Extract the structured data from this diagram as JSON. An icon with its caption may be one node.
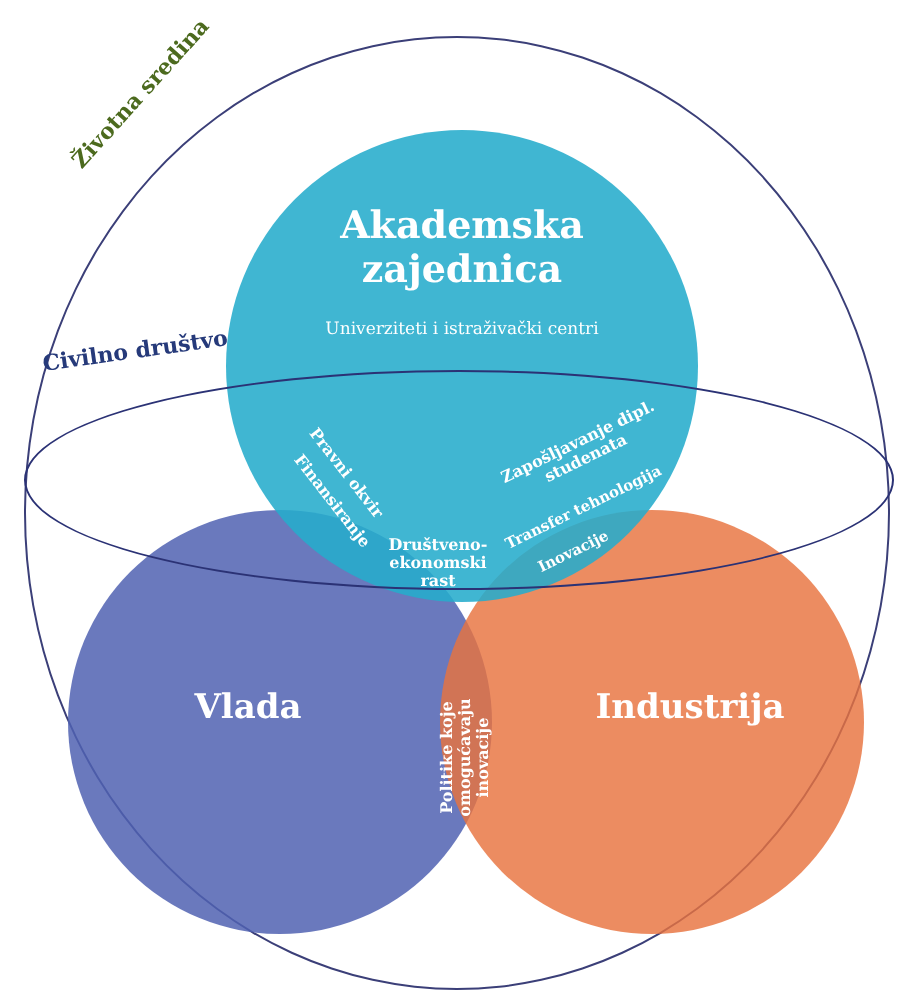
{
  "diagram": {
    "nodes": [
      {
        "text": [
          "Životna sredina"
        ]
      },
      {
        "text": [
          "Civilno društvo"
        ],
        "in": 0
      },
      {
        "text": [
          "Akademska zajednica",
          "Univerziteti i istraživački centri"
        ],
        "in": 0
      },
      {
        "text": [
          "Vlada"
        ],
        "in": 0
      },
      {
        "text": [
          "Industrija"
        ],
        "in": 0
      }
    ],
    "labels": [
      "Pravni okvir",
      "Finansiranje",
      "Zapošljavanje dipl. studenata",
      "Transfer tehnologija",
      "Inovacije",
      "Društveno-ekonomski rast",
      "Politike koje omogućavaju inovacije"
    ]
  }
}
